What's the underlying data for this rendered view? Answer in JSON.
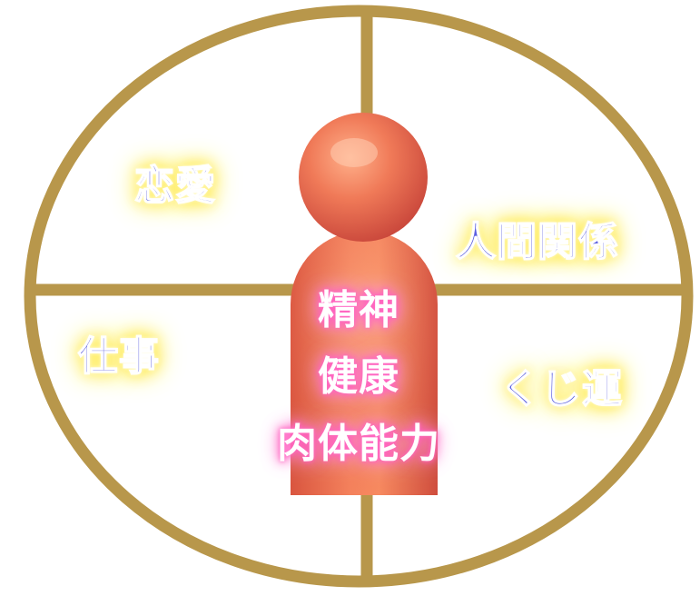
{
  "quadrants": {
    "top_left": "恋愛",
    "top_right": "人間関係",
    "bottom_left": "仕事",
    "bottom_right": "くじ運"
  },
  "center": {
    "line1": "精神",
    "line2": "健康",
    "line3": "肉体能力"
  },
  "colors": {
    "ring": "#b8974b",
    "figure": "#e8604a",
    "quadrant_text": "#5b5fe0",
    "quadrant_glow": "#ffe83a",
    "center_glow": "#ff4fb4"
  }
}
